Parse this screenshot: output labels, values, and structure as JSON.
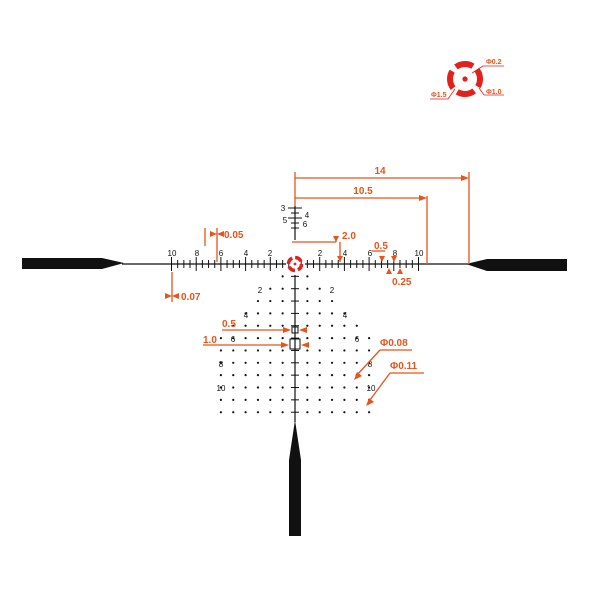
{
  "colors": {
    "accent": "#e8541a",
    "red": "#e3201b",
    "ink": "#111111"
  },
  "center_detail": {
    "labels": {
      "phi_02": "Φ0.2",
      "phi_15": "Φ1.5",
      "phi_10": "Φ1.0"
    }
  },
  "dimensions": {
    "d14": "14",
    "d105": "10.5",
    "d005": "0.05",
    "d007": "0.07",
    "d20": "2.0",
    "d05_right": "0.5",
    "d025": "0.25",
    "d05_left": "0.5",
    "d10_left": "1.0",
    "phi008": "Φ0.08",
    "phi011": "Φ0.11"
  },
  "horizontal_scale": {
    "left_labels": [
      "10",
      "8",
      "6",
      "4",
      "2"
    ],
    "right_labels": [
      "2",
      "4",
      "6",
      "8",
      "10"
    ]
  },
  "vertical_upper": {
    "labels": [
      "3",
      "4",
      "5",
      "6"
    ]
  },
  "tree_left_labels": [
    "2",
    "4",
    "6",
    "8",
    "10"
  ],
  "tree_right_labels": [
    "2",
    "4",
    "6",
    "8",
    "10"
  ]
}
